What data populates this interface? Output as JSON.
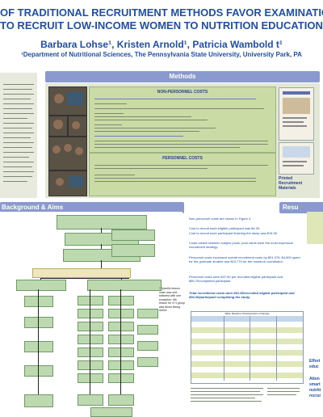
{
  "header": {
    "title_line1": "OF TRADITIONAL RECRUITMENT METHODS FAVOR EXAMINATION OF N",
    "title_line2": "TO  RECRUIT LOW-INCOME WOMEN TO NUTRITION EDUCATION IMPAC",
    "authors": "Barbara Lohse¹, Kristen Arnold¹, Patricia Wambold t¹",
    "affiliation": "¹Department of Nutritional Sciences, The Pennsylvania State University, University Park, PA"
  },
  "sections": {
    "methods": "Methods",
    "background": "Background & Aims",
    "results": "Resu"
  },
  "methods": {
    "non_personnel_head": "NON-PERSONNEL COSTS",
    "personnel_head": "PERSONNEL COSTS",
    "printed_label": "Printed Recruitment Materials"
  },
  "flowchart": {
    "aside_note": "* Specific lesson order was self-selected with one exception: 5th lesson for 4+1 group was About Being Active"
  },
  "results": {
    "p1": "Non-personnel costs are shown in Figure 3.",
    "p2": "Cost to recruit each eligible participant was $4.09.",
    "p3": "Cost to recruit each participant finishing the study was $15.96",
    "p4": "Costs varied between subject pools; post cards were the most expensive recruitment strategy.",
    "p5": "Personnel costs increased overall recruitment costs by $24,370; $4,600 spent for the graduate student and $19,770 for the research coordinator.",
    "p6": "Personnel costs were $47.60 per recruited eligible participant and $80.70/completed participant.",
    "p7": "Total recruitment costs were $51.69/recruited eligible participant and $94.36/participant completing the study.",
    "table_title": "Table. Baseline Characteristics of Sample"
  },
  "right_col": {
    "text1": "Effort educ",
    "text2": "Atten smart nutriti recrui"
  },
  "colors": {
    "title_blue": "#1f4fa6",
    "section_bar": "#8a9acf",
    "panel_green": "#e3e8d6",
    "box_green": "#cbdba5",
    "flow_green": "#bcd9b0"
  }
}
